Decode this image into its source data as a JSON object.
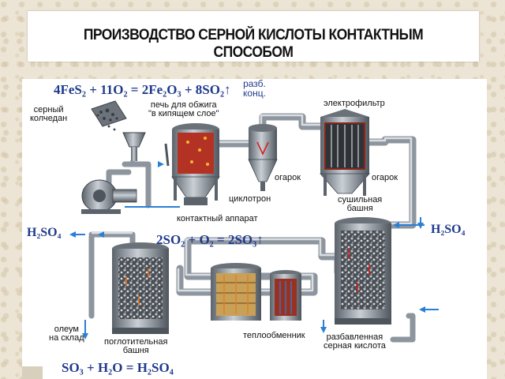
{
  "title": "ПРОИЗВОДСТВО СЕРНОЙ КИСЛОТЫ КОНТАКТНЫМ СПОСОБОМ",
  "equations": {
    "roasting": "4FeS₂ + 11O₂ = 2Fe₂O₃ + 8SO₂↑",
    "oxidation": "2SO₂ + O₂ = 2SO₃↑",
    "absorption": "SO₃ + H₂O = H₂SO₄"
  },
  "labels": {
    "pyrite": "серный\nколчедан",
    "furnace": "печь для обжига\n\"в кипящем слое\"",
    "electrofilter": "электрофильтр",
    "cinder_left": "огарок",
    "cinder_right": "огарок",
    "cyclone": "циклотрон",
    "drying_tower": "сушильная\nбашня",
    "contact_apparatus": "контактный аппарат",
    "acid_diluted": "H₂SO₄",
    "acid_diluted_note": "разб.",
    "acid_conc": "H₂SO₄",
    "acid_conc_note": "конц.",
    "oleum": "олеум\nна склад",
    "absorption_tower": "поглотительная\nбашня",
    "heat_exchanger": "теплообменник",
    "diluted_acid_out": "разбавленная\nсерная кислота"
  },
  "colors": {
    "equation": "#1f3a8c",
    "pipe": "#9aa3ad",
    "flow_arrow": "#2a7fd6",
    "hot_arrow": "#d42020",
    "furnace_glow": "#c0301e"
  }
}
